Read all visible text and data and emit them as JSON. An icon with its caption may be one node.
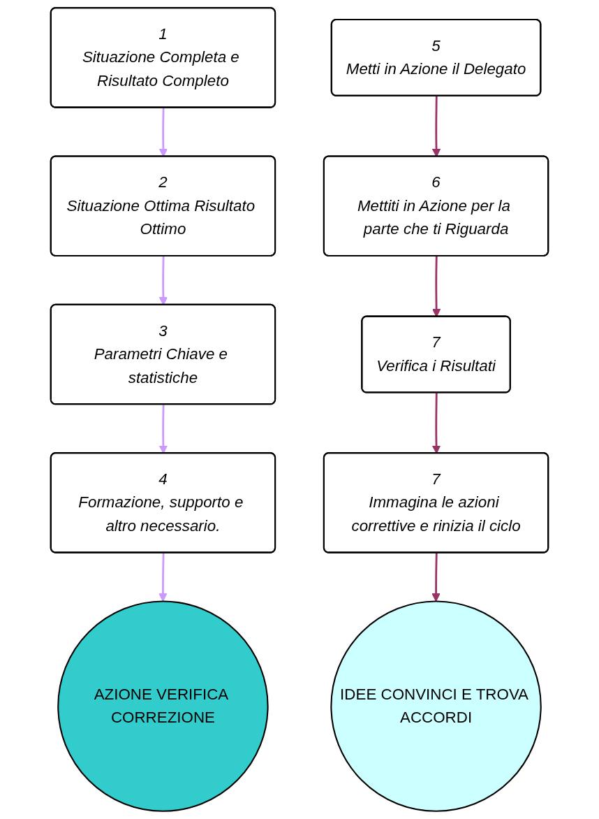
{
  "diagram": {
    "nodes": [
      {
        "text": [
          "IDEE CONVINCI E TROVA ACCORDI"
        ]
      },
      {
        "text": [
          "2",
          "Situazione Ottima Risultato Ottimo"
        ]
      },
      {
        "text": [
          "3",
          "Parametri Chiave e statistiche"
        ]
      },
      {
        "text": [
          "1",
          "Situazione Completa e Risultato Completo"
        ]
      },
      {
        "text": [
          "4",
          "Formazione, supporto e altro necessario."
        ]
      },
      {
        "text": [
          "AZIONE VERIFICA CORREZIONE"
        ]
      },
      {
        "text": [
          "5",
          "Metti in Azione il Delegato"
        ]
      },
      {
        "text": [
          "7",
          "Immagina le azioni correttive e rinizia il ciclo"
        ]
      },
      {
        "text": [
          "6",
          "Mettiti in Azione per la parte che ti Riguarda"
        ]
      },
      {
        "text": [
          "7",
          "Verifica i Risultati"
        ]
      }
    ],
    "edges": [
      {
        "from": 3,
        "to": 1,
        "arrow": "to"
      },
      {
        "from": 1,
        "to": 2,
        "arrow": "to"
      },
      {
        "from": 2,
        "to": 4,
        "arrow": "to"
      },
      {
        "from": 4,
        "to": 5,
        "arrow": "to"
      },
      {
        "from": 6,
        "to": 8,
        "arrow": "to",
        "color": "#993366"
      },
      {
        "from": 8,
        "to": 9,
        "arrow": "to",
        "color": "#993366"
      },
      {
        "from": 9,
        "to": 7,
        "arrow": "to",
        "color": "#993366"
      },
      {
        "from": 7,
        "to": 0,
        "arrow": "to",
        "color": "#993366"
      }
    ]
  }
}
